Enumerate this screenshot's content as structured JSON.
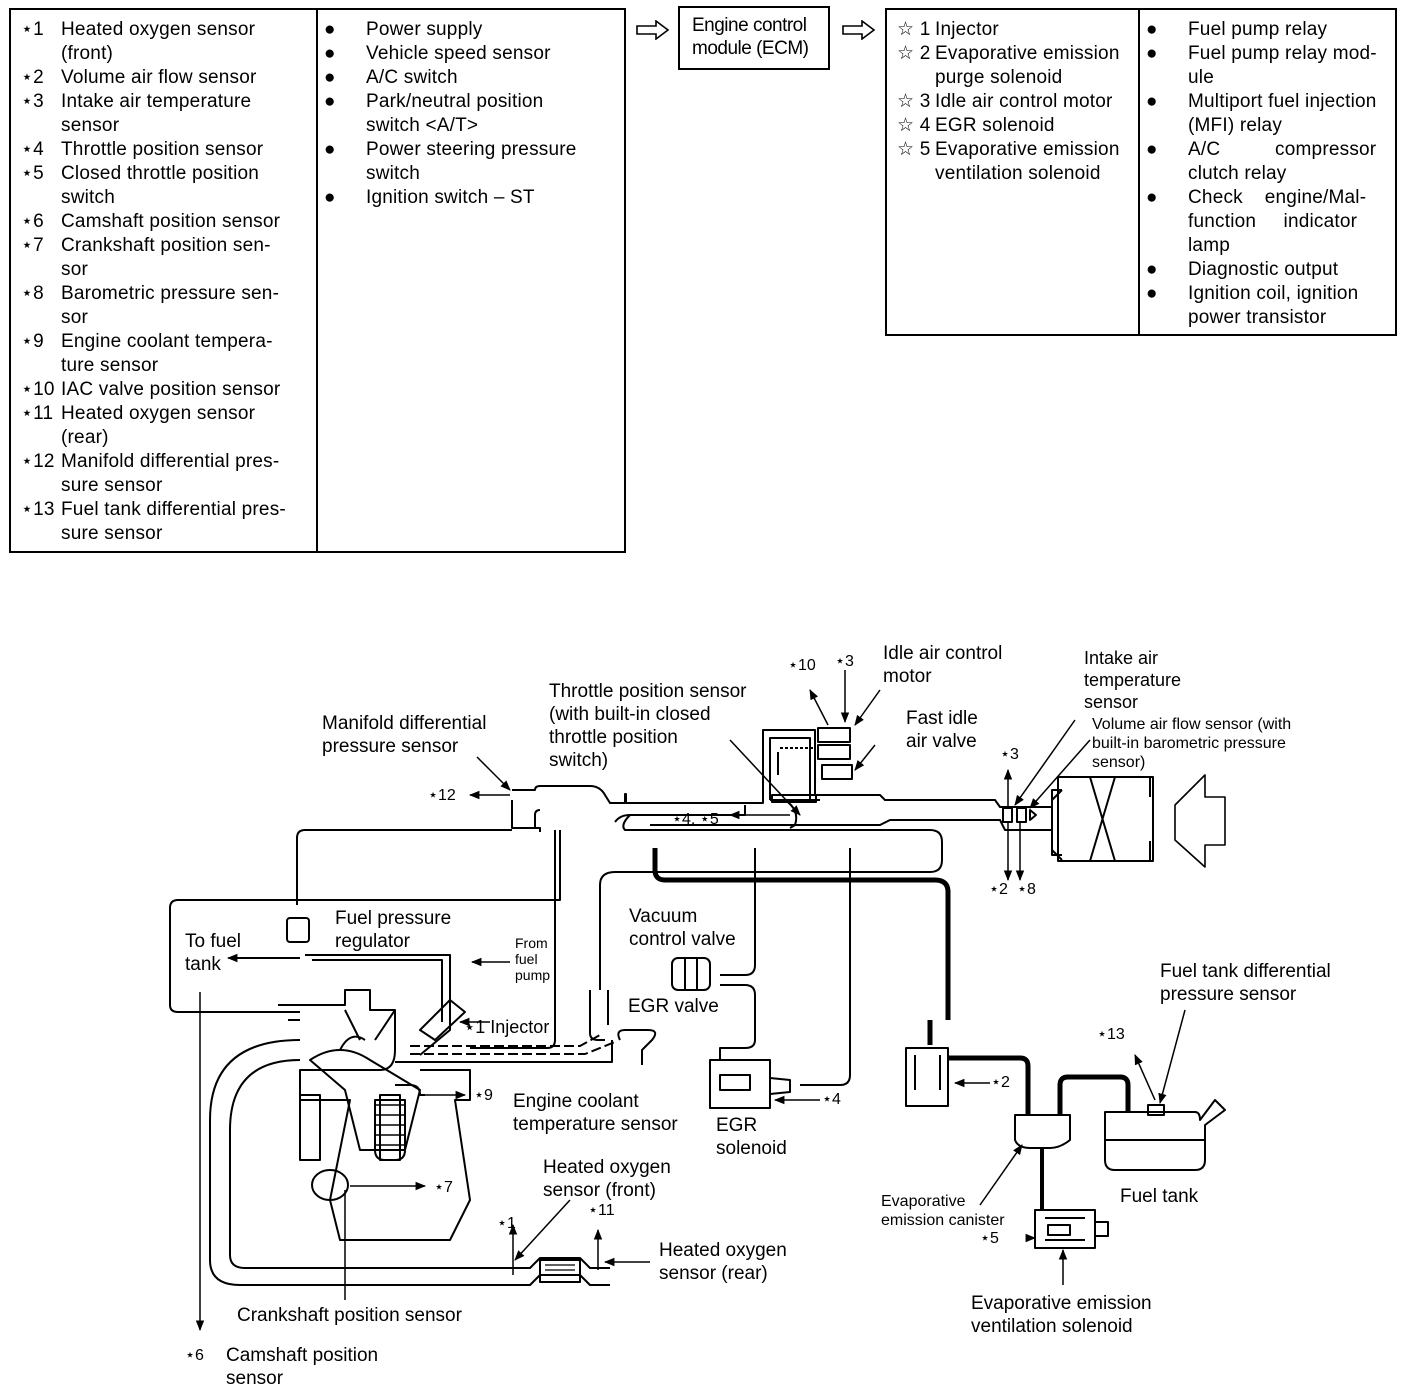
{
  "input_table": {
    "sensors": [
      {
        "marker": "⋆1",
        "lines": [
          "Heated oxygen sensor",
          "(front)"
        ]
      },
      {
        "marker": "⋆2",
        "lines": [
          "Volume air flow sensor"
        ]
      },
      {
        "marker": "⋆3",
        "lines": [
          "Intake air temperature",
          "sensor"
        ]
      },
      {
        "marker": "⋆4",
        "lines": [
          "Throttle position sensor"
        ]
      },
      {
        "marker": "⋆5",
        "lines": [
          "Closed throttle position",
          "switch"
        ]
      },
      {
        "marker": "⋆6",
        "lines": [
          "Camshaft position sensor"
        ]
      },
      {
        "marker": "⋆7",
        "lines": [
          "Crankshaft position sen-",
          "sor"
        ]
      },
      {
        "marker": "⋆8",
        "lines": [
          "Barometric pressure sen-",
          "sor"
        ]
      },
      {
        "marker": "⋆9",
        "lines": [
          "Engine coolant tempera-",
          "ture sensor"
        ]
      },
      {
        "marker": "⋆10",
        "lines": [
          "IAC valve position sensor"
        ]
      },
      {
        "marker": "⋆11",
        "lines": [
          "Heated oxygen sensor",
          "(rear)"
        ]
      },
      {
        "marker": "⋆12",
        "lines": [
          "Manifold differential pres-",
          "sure sensor"
        ]
      },
      {
        "marker": "⋆13",
        "lines": [
          "Fuel tank differential pres-",
          "sure sensor"
        ]
      }
    ],
    "signals": [
      {
        "marker": "●",
        "lines": [
          "Power supply"
        ]
      },
      {
        "marker": "●",
        "lines": [
          "Vehicle speed sensor"
        ]
      },
      {
        "marker": "●",
        "lines": [
          "A/C switch"
        ]
      },
      {
        "marker": "●",
        "lines": [
          "Park/neutral position",
          "switch <A/T>"
        ]
      },
      {
        "marker": "●",
        "lines": [
          "Power steering pressure",
          "switch"
        ]
      },
      {
        "marker": "●",
        "lines": [
          "Ignition switch – ST"
        ]
      }
    ]
  },
  "ecm": {
    "lines": [
      "Engine control",
      "module (ECM)"
    ],
    "arrow_icon": "hollow-right-arrow"
  },
  "output_table": {
    "actuators": [
      {
        "marker": "☆ 1",
        "lines": [
          "Injector"
        ]
      },
      {
        "marker": "☆ 2",
        "lines": [
          "Evaporative emission",
          "purge solenoid"
        ]
      },
      {
        "marker": "☆ 3",
        "lines": [
          "Idle air control motor"
        ]
      },
      {
        "marker": "☆ 4",
        "lines": [
          "EGR solenoid"
        ]
      },
      {
        "marker": "☆ 5",
        "lines": [
          "Evaporative emission",
          "ventilation solenoid"
        ]
      }
    ],
    "outputs": [
      {
        "marker": "●",
        "lines": [
          "Fuel pump relay"
        ]
      },
      {
        "marker": "●",
        "lines": [
          "Fuel pump relay mod-",
          "ule"
        ]
      },
      {
        "marker": "●",
        "lines": [
          "Multiport fuel injection",
          "(MFI) relay"
        ]
      },
      {
        "marker": "●",
        "lines": [
          "A/C          compressor",
          "clutch relay"
        ]
      },
      {
        "marker": "●",
        "lines": [
          "Check    engine/Mal-",
          "function     indicator",
          "lamp"
        ]
      },
      {
        "marker": "●",
        "lines": [
          "Diagnostic output"
        ]
      },
      {
        "marker": "●",
        "lines": [
          "Ignition coil, ignition",
          "power transistor"
        ]
      }
    ]
  },
  "diagram": {
    "labels": {
      "idle_air_control_motor": [
        "Idle air control",
        "motor"
      ],
      "intake_air_temp": [
        "Intake air",
        "temperature",
        "sensor"
      ],
      "throttle_position": [
        "Throttle position sensor",
        "(with built-in closed",
        "throttle position",
        "switch)"
      ],
      "manifold_diff": [
        "Manifold differential",
        "pressure sensor"
      ],
      "fast_idle": [
        "Fast idle",
        "air valve"
      ],
      "vaf_sensor": [
        "Volume air flow sensor (with",
        "built-in barometric pressure",
        "sensor)"
      ],
      "fuel_pressure_reg": [
        "Fuel pressure",
        "regulator"
      ],
      "to_fuel_tank": [
        "To fuel",
        "tank"
      ],
      "from_fuel_pump": [
        "From",
        "fuel",
        "pump"
      ],
      "vacuum_control": [
        "Vacuum",
        "control valve"
      ],
      "egr_valve": [
        "EGR valve"
      ],
      "injector": [
        "⋆1 Injector"
      ],
      "coolant_temp": [
        "Engine coolant",
        "temperature sensor"
      ],
      "egr_solenoid": [
        "EGR",
        "solenoid"
      ],
      "ho2s_front": [
        "Heated oxygen",
        "sensor (front)"
      ],
      "ho2s_rear": [
        "Heated oxygen",
        "sensor (rear)"
      ],
      "crankshaft": [
        "Crankshaft position sensor"
      ],
      "camshaft": [
        "Camshaft position",
        "sensor"
      ],
      "fuel_tank_diff": [
        "Fuel tank differential",
        "pressure sensor"
      ],
      "fuel_tank": [
        "Fuel tank"
      ],
      "evap_canister": [
        "Evaporative",
        "emission canister"
      ],
      "evap_vent": [
        "Evaporative emission",
        "ventilation solenoid"
      ]
    },
    "refs": {
      "r10": "⋆10",
      "r3a": "⋆3",
      "r12": "⋆12",
      "r45": "⋆4, ⋆5",
      "r3b": "⋆3",
      "r2a": "⋆2",
      "r8": "⋆8",
      "r9": "⋆9",
      "r4": "⋆4",
      "r7": "⋆7",
      "r1": "⋆1",
      "r11": "⋆11",
      "r6": "⋆6",
      "r13": "⋆13",
      "r2b": "⋆2",
      "r5": "⋆5"
    }
  }
}
